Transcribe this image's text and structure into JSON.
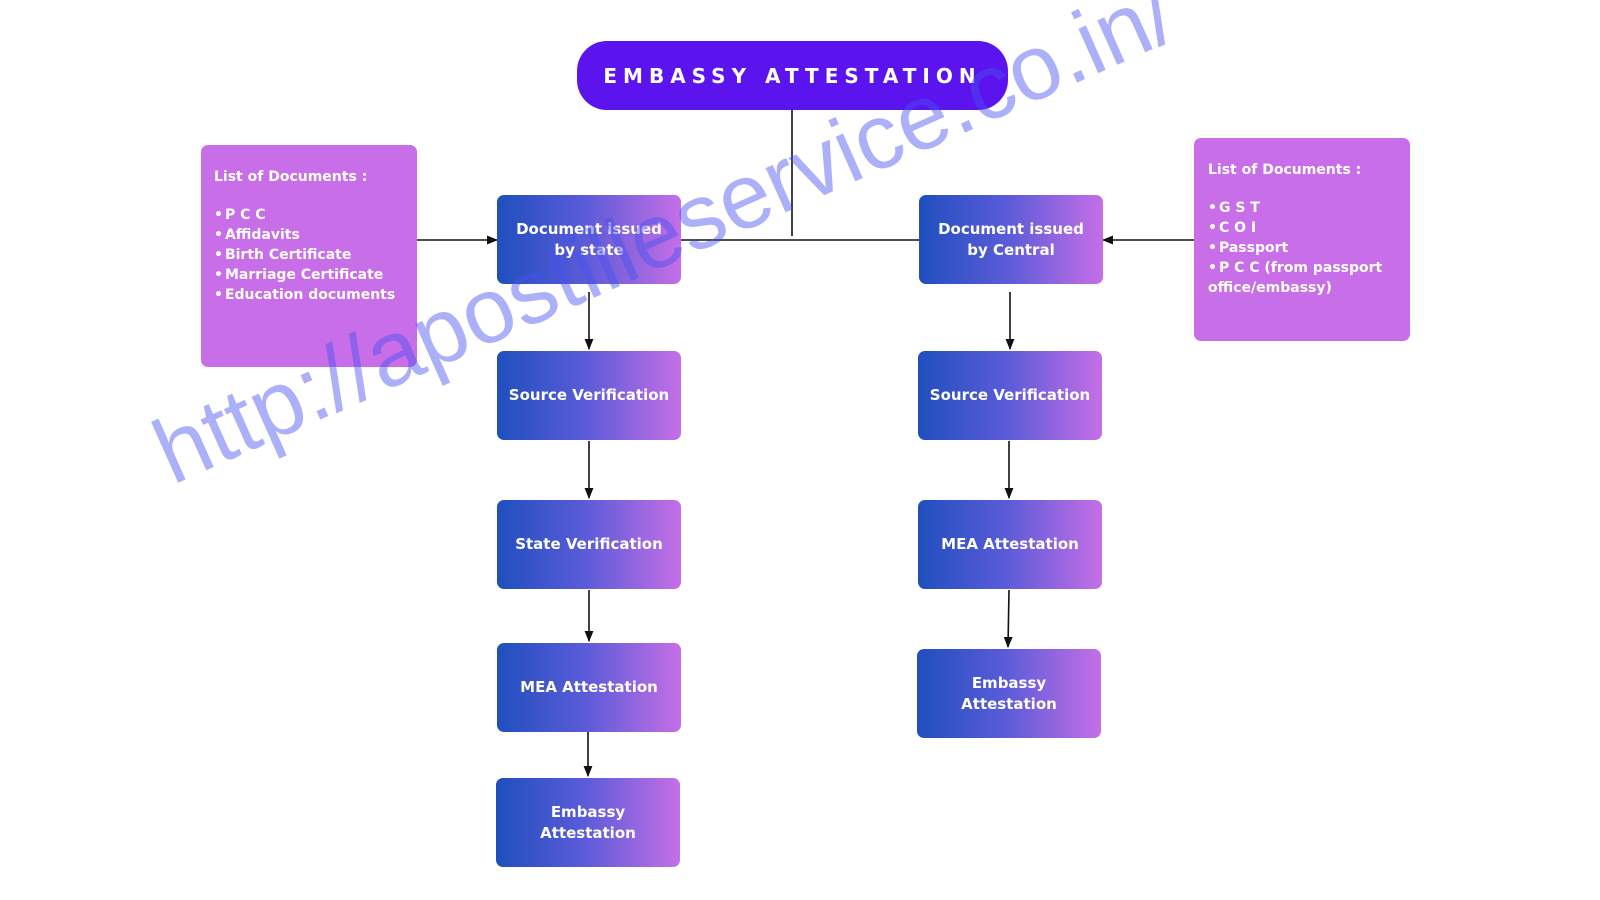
{
  "title": "EMBASSY ATTESTATION",
  "left_branch": {
    "documents_title": "List of Documents :",
    "documents": [
      "P C C",
      "Affidavits",
      "Birth Certificate",
      "Marriage Certificate",
      "Education documents"
    ],
    "steps": [
      "Document issued by state",
      "Source Verification",
      "State Verification",
      "MEA Attestation",
      "Embassy Attestation"
    ]
  },
  "right_branch": {
    "documents_title": "List of Documents :",
    "documents": [
      "G S T",
      "C O I",
      "Passport",
      "P C C (from passport office/embassy)"
    ],
    "steps": [
      "Document issued by Central",
      "Source Verification",
      "MEA Attestation",
      "Embassy Attestation"
    ]
  },
  "watermark": "http://apostilleservice.co.in/",
  "colors": {
    "title_fill": "#5b14ee",
    "step_gradient_start": "#1f4fbe",
    "step_gradient_end": "#c56fe6",
    "documents_fill": "#c86ee8",
    "watermark": "#4650f0"
  }
}
